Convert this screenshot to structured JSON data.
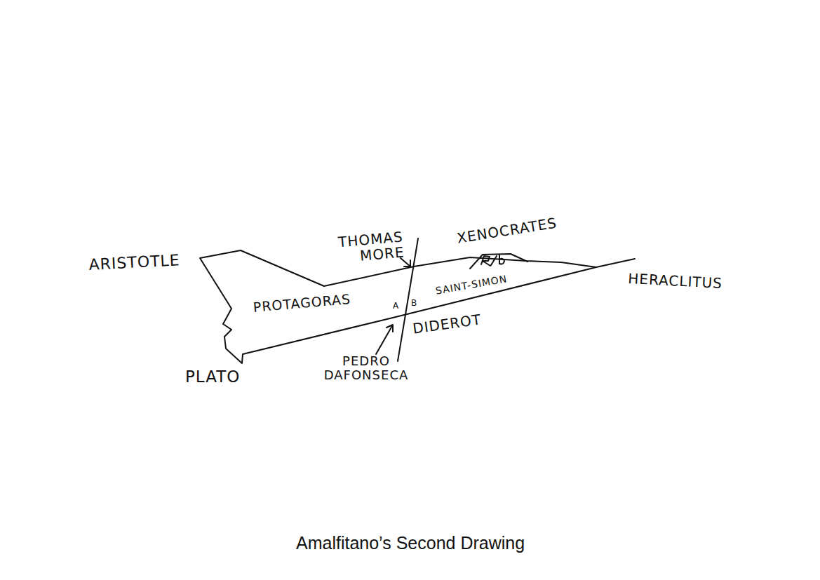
{
  "diagram": {
    "caption": "Amalfitano’s Second Drawing",
    "labels": [
      "ARISTOTLE",
      "PLATO",
      "THOMAS MORE",
      "XENOCRATES",
      "HERACLITUS",
      "PROTAGORAS",
      "SAINT-SIMON",
      "A",
      "B",
      "DIDEROT",
      "PEDRO DAFONSECA"
    ]
  }
}
